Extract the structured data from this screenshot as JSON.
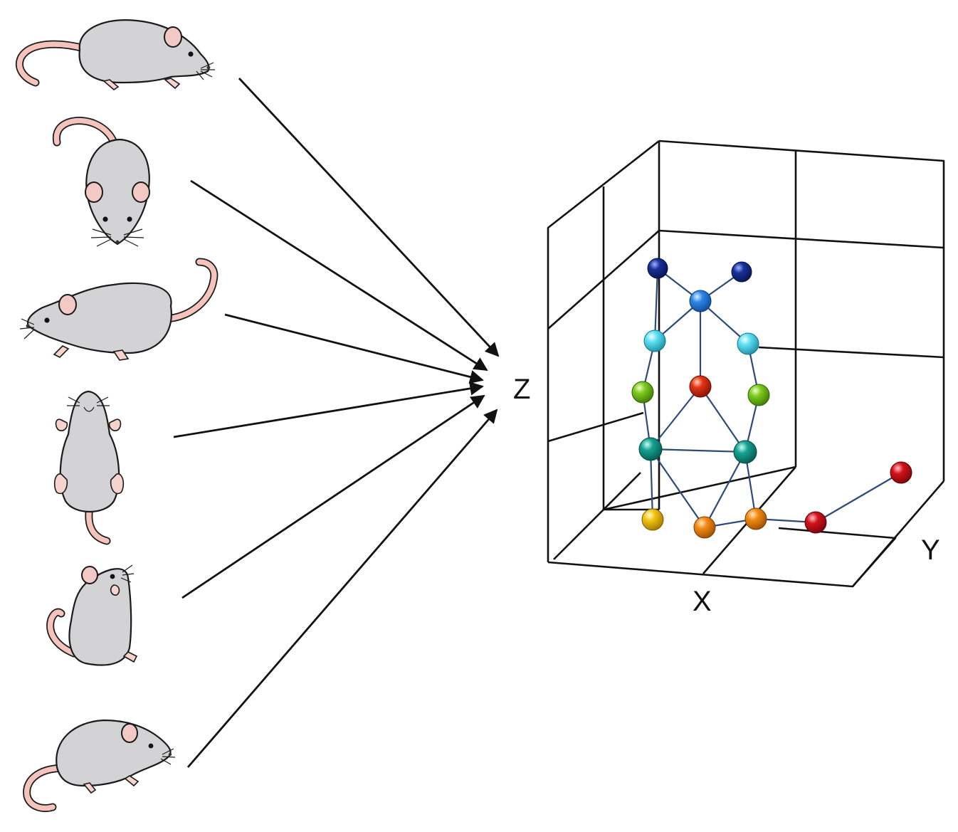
{
  "diagram": {
    "z_label": "Z",
    "x_label": "X",
    "y_label": "Y",
    "mouse_views": [
      "side-right",
      "top-down",
      "side-left",
      "bottom-up",
      "rearing",
      "side-right-small"
    ],
    "keypoint_colors": {
      "navy": "#17309a",
      "blue": "#2e86e6",
      "cyan": "#5fe0f2",
      "green": "#7dcc1f",
      "red": "#e23414",
      "teal": "#15a190",
      "yellow": "#f2c40f",
      "orange": "#f28a12",
      "crimson": "#d4111b"
    },
    "bone_color": "#2d4a7a"
  }
}
